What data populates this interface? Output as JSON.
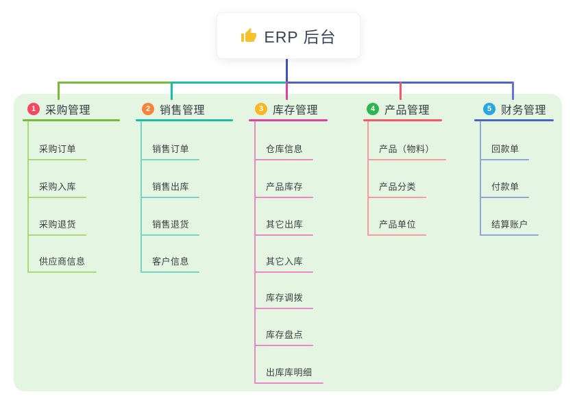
{
  "root": {
    "title": "ERP 后台",
    "icon": "thumbs-up-icon",
    "icon_color": "#f5c22b",
    "title_color": "#3b4454",
    "drop_color": "#4150bd"
  },
  "canvas": {
    "background": "#ffffff",
    "panel_background": "#e4f6e1"
  },
  "connector_colors": {
    "right_corner": "#6274d8"
  },
  "branches": [
    {
      "number": "1",
      "label": "采购管理",
      "badge_color": "#f64860",
      "line_color": "#76bc3a",
      "child_line_color": "#a9d87d",
      "children": [
        "采购订单",
        "采购入库",
        "采购退货",
        "供应商信息"
      ]
    },
    {
      "number": "2",
      "label": "销售管理",
      "badge_color": "#f8833b",
      "line_color": "#16bfa6",
      "child_line_color": "#74d4c5",
      "children": [
        "销售订单",
        "销售出库",
        "销售退货",
        "客户信息"
      ]
    },
    {
      "number": "3",
      "label": "库存管理",
      "badge_color": "#f9b626",
      "line_color": "#e0409f",
      "child_line_color": "#ee85c4",
      "children": [
        "仓库信息",
        "产品库存",
        "其它出库",
        "其它入库",
        "库存调拨",
        "库存盘点",
        "出库库明细"
      ]
    },
    {
      "number": "4",
      "label": "产品管理",
      "badge_color": "#2db551",
      "line_color": "#f35864",
      "child_line_color": "#f59aa4",
      "children": [
        "产品（物料）",
        "产品分类",
        "产品单位"
      ]
    },
    {
      "number": "5",
      "label": "财务管理",
      "badge_color": "#27a6e0",
      "line_color": "#4a63c8",
      "child_line_color": "#8fa5de",
      "children": [
        "回款单",
        "付款单",
        "结算账户"
      ]
    }
  ]
}
